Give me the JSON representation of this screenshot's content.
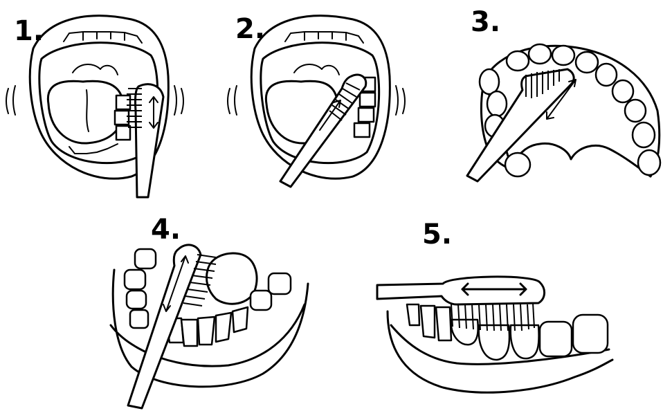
{
  "steps": [
    {
      "label": "1."
    },
    {
      "label": "2."
    },
    {
      "label": "3."
    },
    {
      "label": "4."
    },
    {
      "label": "5."
    }
  ],
  "colors": {
    "ink": "#000000",
    "background": "#ffffff"
  }
}
